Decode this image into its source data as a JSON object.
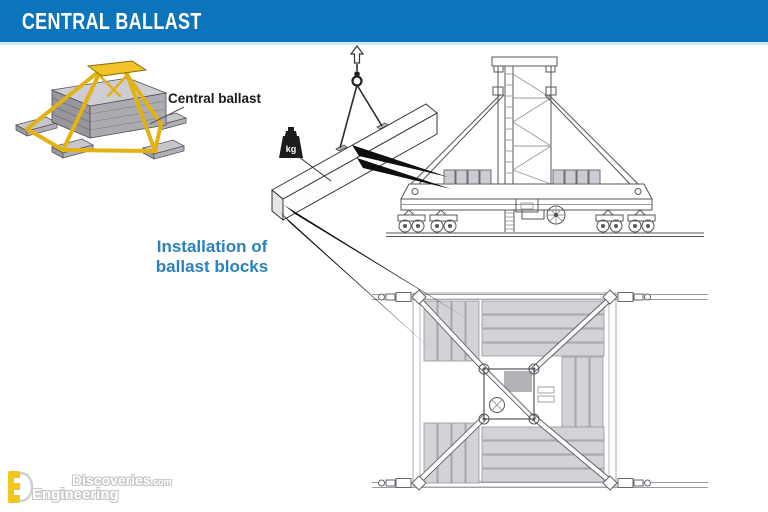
{
  "header": {
    "title": "CENTRAL BALLAST",
    "bar_color": "#0b74ba",
    "underline_color": "#cfe8f4"
  },
  "annotations": {
    "central_ballast_label": "Central ballast",
    "caption_line1": "Installation of",
    "caption_line2": "ballast blocks",
    "caption_color": "#2b80bd",
    "weight_unit_label": "kg"
  },
  "icons": {
    "weight_icon": "kg-weight",
    "hook_icon": "crane-hook-with-sling",
    "up_arrow_icon": "hoist-up-arrow",
    "pointer_icon": "black-pointer-wedge"
  },
  "colors": {
    "frame_yellow": "#e2b112",
    "ballast_gray": "#c0c0c6",
    "drawing_line": "#55555a",
    "pointer_black": "#0e0e10"
  },
  "logo": {
    "brand_top": "Discoveries",
    "brand_top_suffix": ".com",
    "brand_bottom": "Engineering",
    "mark_color": "#f2c71d"
  }
}
